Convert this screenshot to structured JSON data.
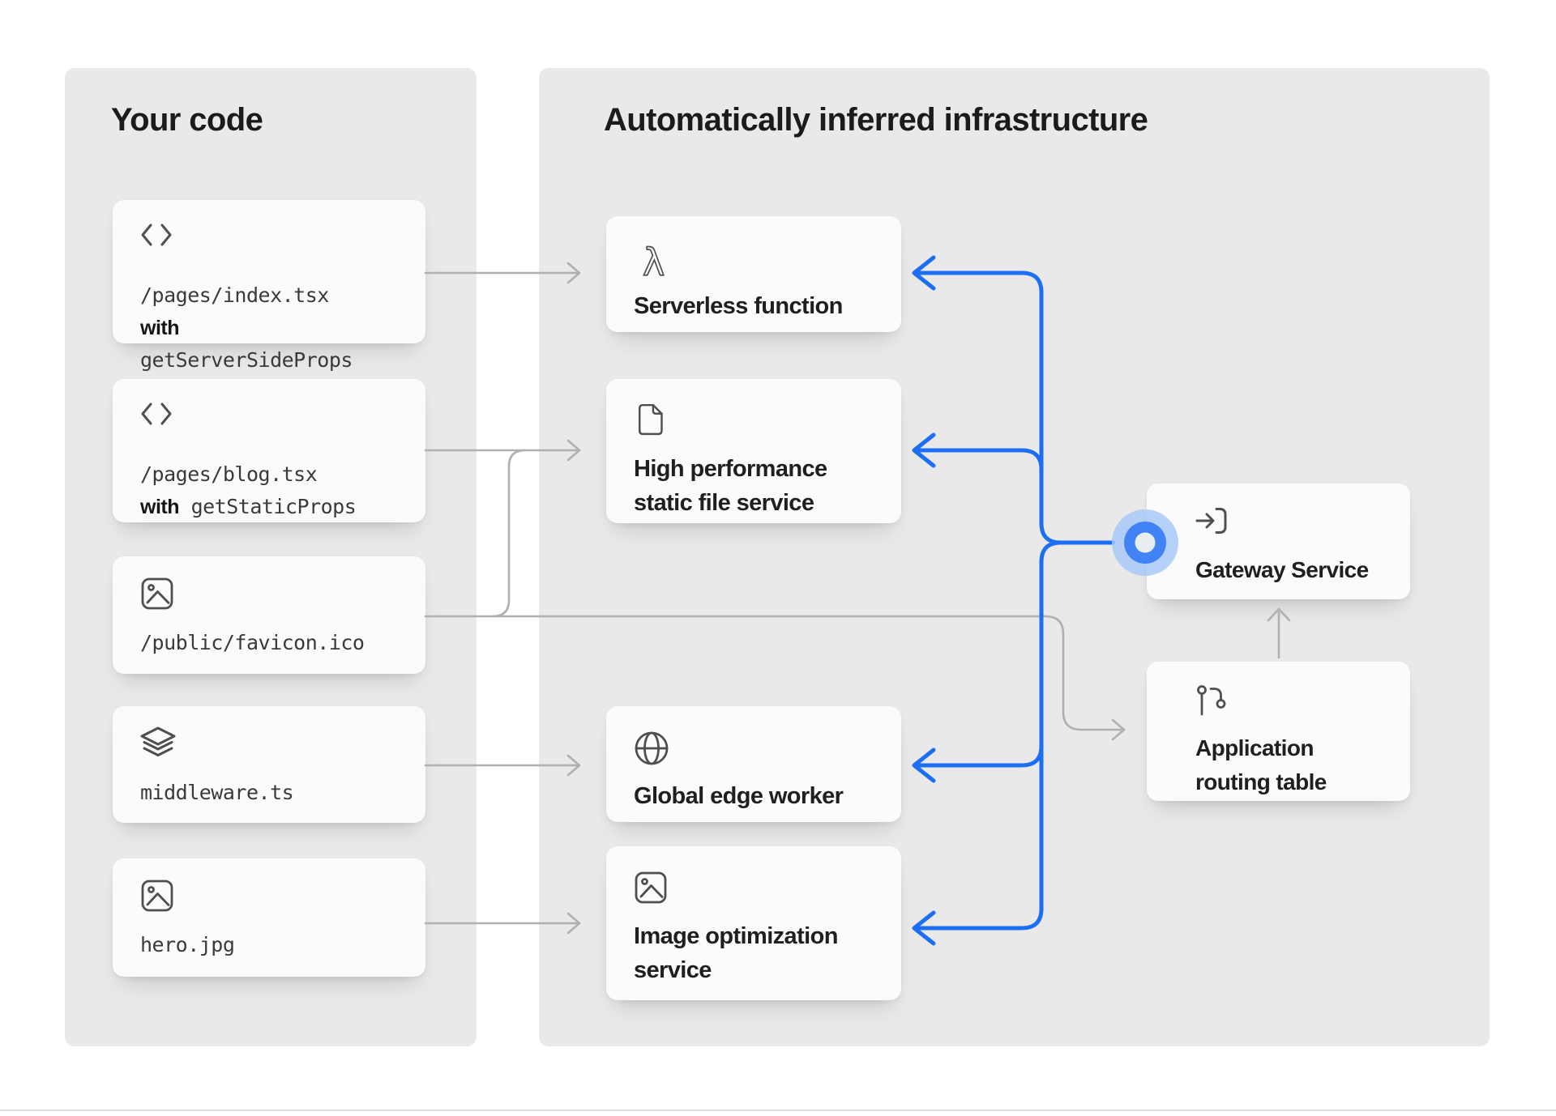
{
  "left_panel": {
    "title": "Your code",
    "cards": [
      {
        "icon": "code-brackets",
        "path": "/pages/index.tsx",
        "with_label": "with",
        "helper": "getServerSideProps"
      },
      {
        "icon": "code-brackets",
        "path": "/pages/blog.tsx",
        "with_label": "with",
        "helper": "getStaticProps"
      },
      {
        "icon": "image",
        "path": "/public/favicon.ico"
      },
      {
        "icon": "layers",
        "path": "middleware.ts"
      },
      {
        "icon": "image",
        "path": "hero.jpg"
      }
    ]
  },
  "right_panel": {
    "title": "Automatically inferred infrastructure",
    "services": [
      {
        "icon": "lambda",
        "label": "Serverless function"
      },
      {
        "icon": "file",
        "label": "High performance static file service"
      },
      {
        "icon": "globe",
        "label": "Global edge worker"
      },
      {
        "icon": "image",
        "label": "Image optimization service"
      }
    ],
    "gateway": {
      "icon": "arrow-into-bracket",
      "label": "Gateway Service"
    },
    "routing_table": {
      "icon": "route-pins",
      "label": "Application routing table"
    }
  },
  "icons": {
    "lambda_glyph": "λ",
    "code-brackets": "angle-brackets",
    "image": "picture-frame",
    "layers": "stacked-layers",
    "file": "document",
    "globe": "globe",
    "arrow-into-bracket": "arrow-entering-bracket",
    "route-pins": "waypoints",
    "arrow-right": "→",
    "arrow-left": "←",
    "arrow-up": "↑"
  },
  "colors": {
    "accent_blue": "#1c6ef3",
    "halo_blue": "#a6c9fa",
    "connector_gray": "#b0b0b0",
    "panel_gray": "#e9e9e9",
    "card_white": "#fbfbfb"
  }
}
